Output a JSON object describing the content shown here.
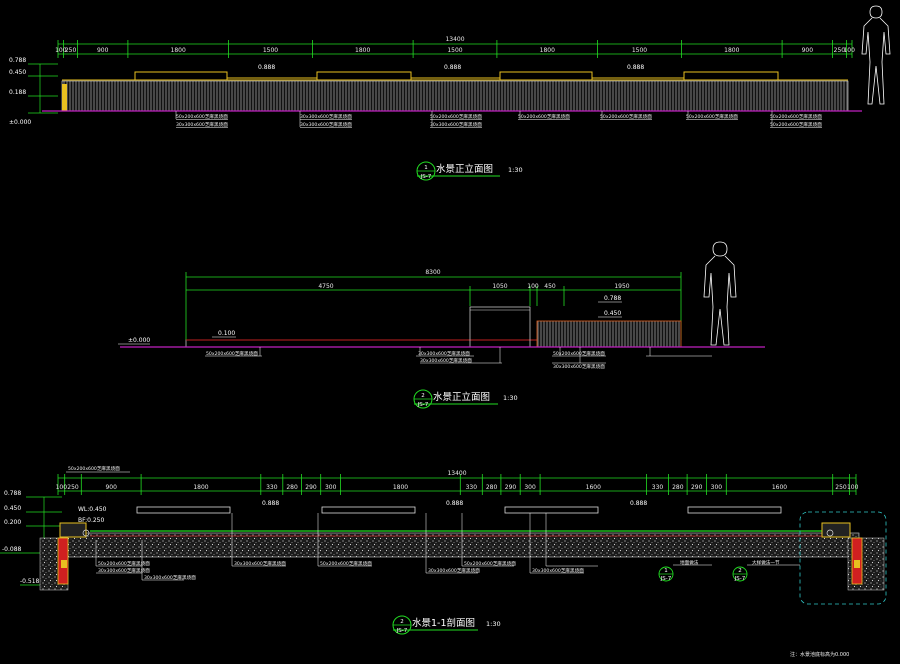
{
  "colors": {
    "background": "#000000",
    "dimension": "#22dd22",
    "ground": "#c020c0",
    "stone": "#e8c020",
    "leader": "#ffffff",
    "detail": "#30c8c8",
    "concrete": "#777777"
  },
  "elevation": {
    "title": "水景正立面图",
    "scale": "1:30",
    "mark_top": "1",
    "mark_bottom": "JS-7",
    "total_dim": "13400",
    "segments": [
      "100",
      "250",
      "900",
      "1800",
      "1500",
      "1800",
      "1500",
      "1800",
      "1500",
      "1800",
      "900",
      "250",
      "100"
    ],
    "levels": [
      "0.788",
      "0.450",
      "0.188",
      "±0.000"
    ],
    "surface_levels": [
      "0.888",
      "0.888",
      "0.888"
    ],
    "notes": [
      "50x200x600芝麻黑烧面",
      "30x300x600芝麻黑烧面",
      "30x300x600芝麻黑烧面",
      "30x300x600芝麻黑烧面",
      "50x200x600芝麻黑烧面",
      "30x300x600芝麻黑烧面",
      "50x200x600芝麻黑烧面",
      "50x200x600芝麻黑烧面",
      "50x200x600芝麻黑烧面",
      "50x200x600芝麻黑烧面",
      "50x200x600芝麻黑烧面"
    ]
  },
  "side": {
    "title": "水景正立面图",
    "scale": "1:30",
    "mark_top": "2",
    "mark_bottom": "JS-7",
    "total_dim": "8300",
    "segments": [
      "4750",
      "1050",
      "100",
      "450",
      "1950"
    ],
    "levels": [
      "±0.000",
      "0.100",
      "0.788",
      "0.450"
    ],
    "notes": [
      "50x200x600芝麻黑烧面",
      "30x300x600芝麻黑烧面",
      "30x300x600芝麻黑烧面",
      "50x200x600芝麻黑烧面",
      "30x300x600芝麻黑烧面"
    ]
  },
  "section": {
    "title": "水景1-1剖面图",
    "scale": "1:30",
    "mark_top": "2",
    "mark_bottom": "JS-7",
    "total_dim": "13400",
    "segments": [
      "100",
      "250",
      "900",
      "1800",
      "330",
      "280",
      "290",
      "300",
      "1800",
      "330",
      "280",
      "290",
      "300",
      "1600",
      "330",
      "280",
      "290",
      "300",
      "1600",
      "250",
      "100"
    ],
    "levels": [
      "0.788",
      "0.450",
      "0.200",
      "-0.088",
      "-0.518"
    ],
    "inner_levels": [
      "WL:0.450",
      "BF:0.250"
    ],
    "top_note": "50x200x600芝麻黑烧面",
    "notes": [
      "50x200x600芝麻黑烧面",
      "30x300x600芝麻黑烧面",
      "30x300x600芝麻黑烧面",
      "30x300x600芝麻黑烧面",
      "50x200x600芝麻黑烧面",
      "30x300x600芝麻黑烧面",
      "50x200x600芝麻黑烧面",
      "30x300x600芝麻黑烧面"
    ],
    "detail_labels": [
      "地面做法",
      "大样做法一节"
    ],
    "detail_marks": [
      "1",
      "JS-7",
      "2",
      "JS-7"
    ],
    "footer": "注：水景池底标高为0.000"
  }
}
